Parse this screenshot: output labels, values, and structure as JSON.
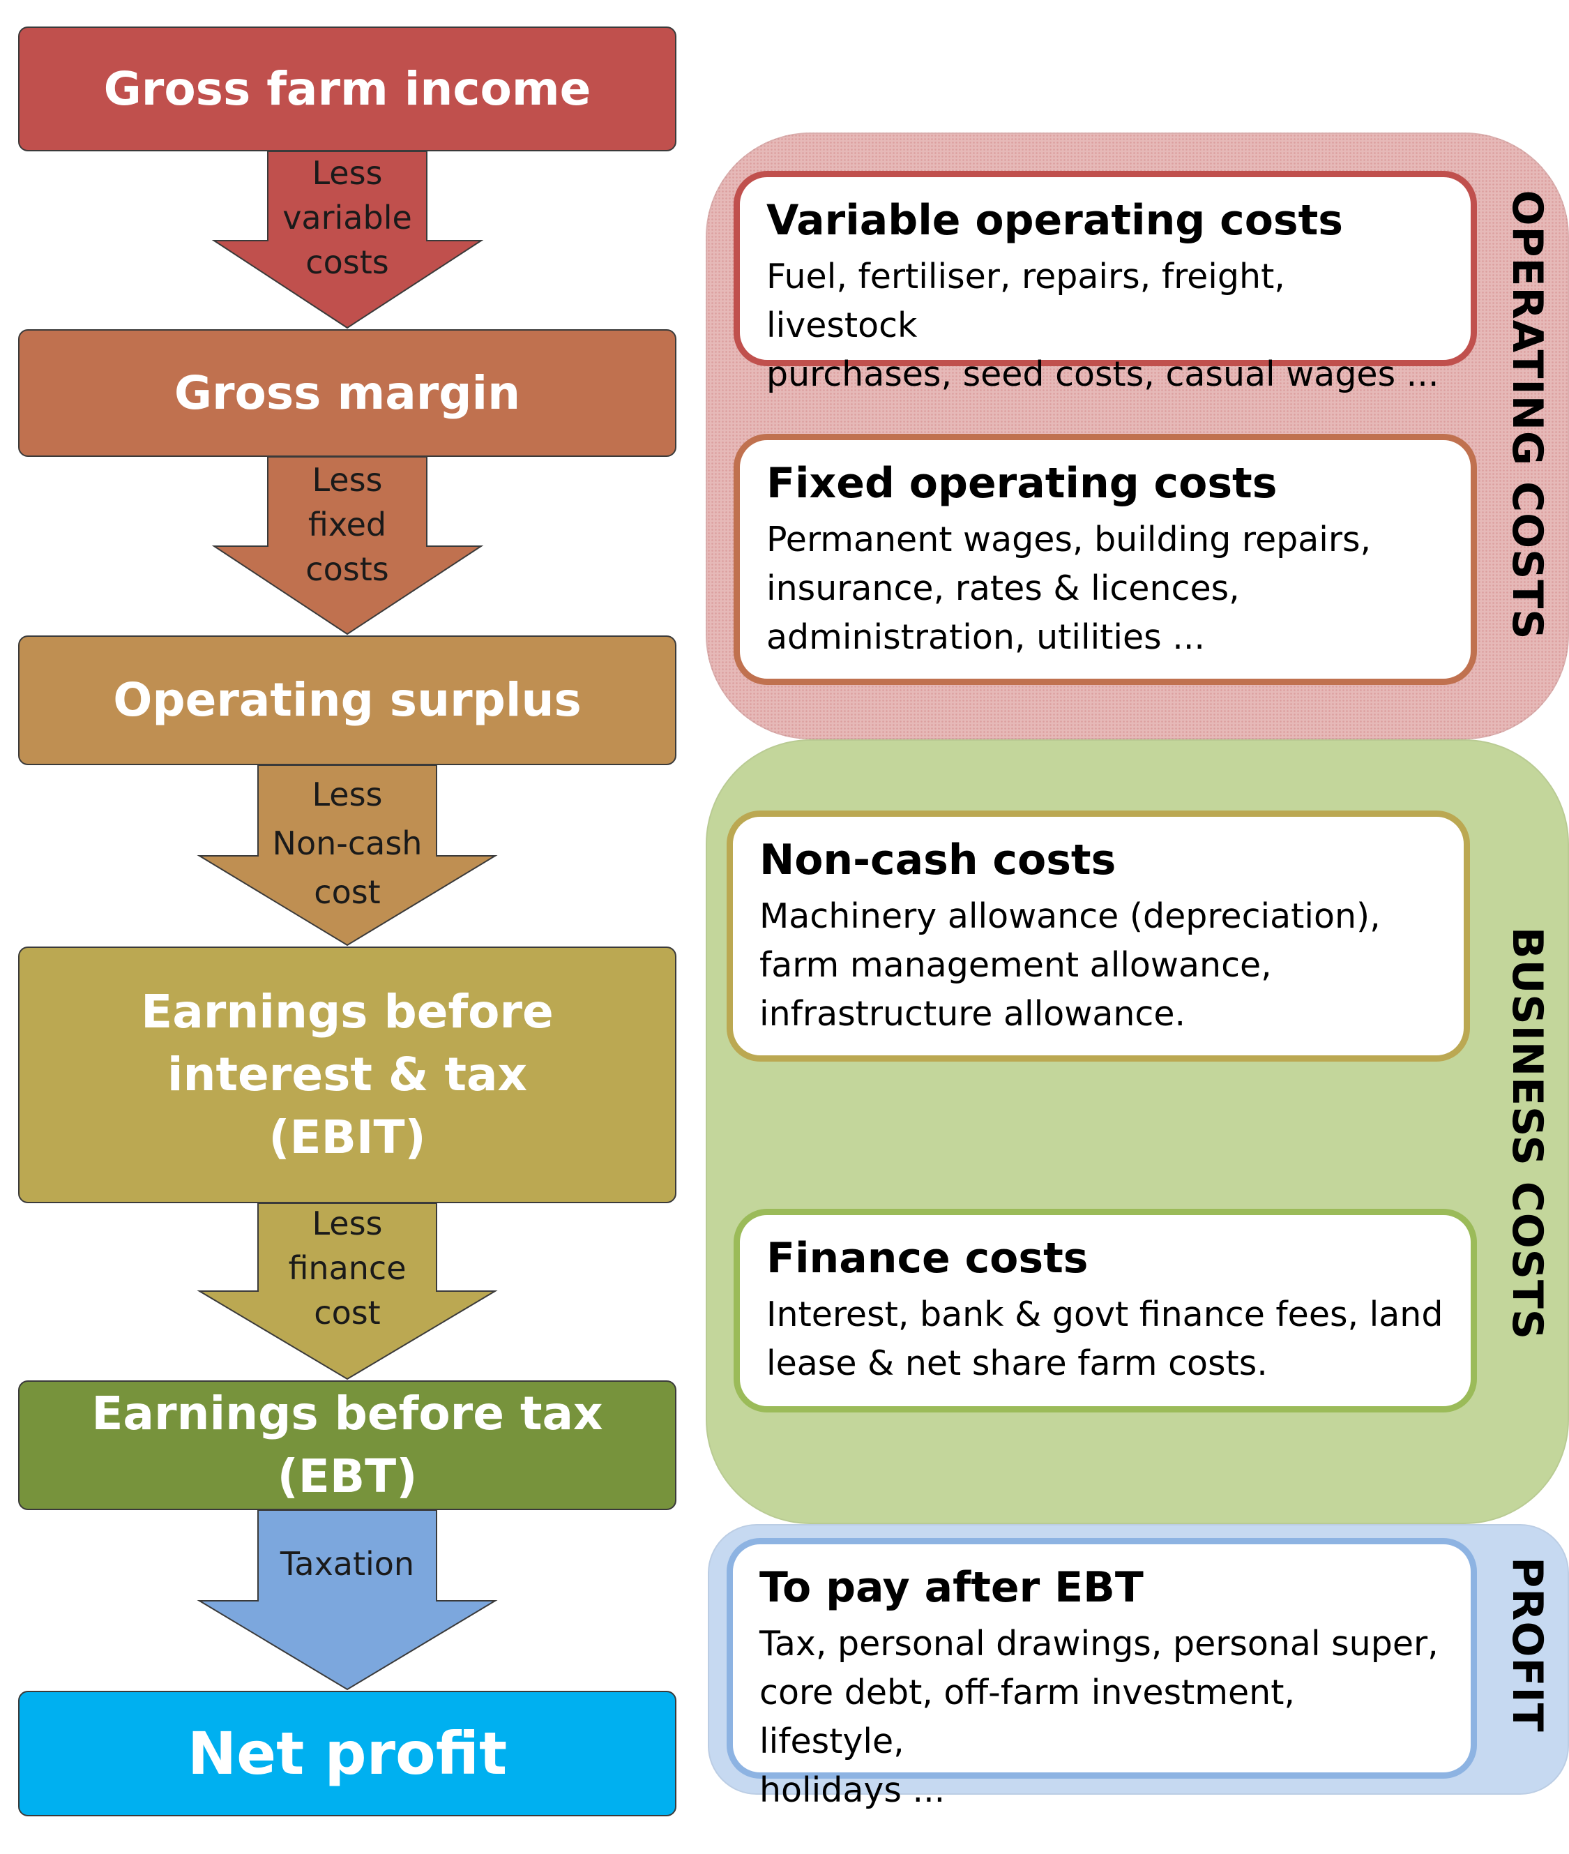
{
  "flow": {
    "gross_farm_income": "Gross farm income",
    "gross_margin": "Gross margin",
    "operating_surplus": "Operating surplus",
    "ebit_line1": "Earnings before",
    "ebit_line2": "interest & tax",
    "ebit_line3": "(EBIT)",
    "ebt": "Earnings before tax (EBT)",
    "net_profit": "Net profit"
  },
  "arrows": {
    "variable": {
      "line1": "Less",
      "line2": "variable",
      "line3": "costs"
    },
    "fixed": {
      "line1": "Less",
      "line2": "fixed",
      "line3": "costs"
    },
    "noncash": {
      "line1": "Less",
      "line2": "Non-cash",
      "line3": "cost"
    },
    "finance": {
      "line1": "Less",
      "line2": "finance",
      "line3": "cost"
    },
    "taxation": {
      "line1": "Taxation"
    }
  },
  "groups": {
    "operating": "OPERATING COSTS",
    "business": "BUSINESS COSTS",
    "profit": "PROFIT"
  },
  "cards": {
    "variable": {
      "title": "Variable operating costs",
      "line1": "Fuel, fertiliser, repairs, freight, livestock",
      "line2": "purchases, seed costs, casual wages  ..."
    },
    "fixed": {
      "title": "Fixed operating costs",
      "line1": "Permanent wages, building repairs,",
      "line2": "insurance, rates & licences,",
      "line3": "administration, utilities ..."
    },
    "noncash": {
      "title": "Non-cash costs",
      "line1": "Machinery allowance (depreciation),",
      "line2": "farm management allowance,",
      "line3": "infrastructure allowance."
    },
    "finance": {
      "title": "Finance costs",
      "line1": "Interest, bank & govt finance fees, land",
      "line2": "lease & net share farm costs."
    },
    "topay": {
      "title": "To pay after EBT",
      "line1": "Tax, personal drawings, personal super,",
      "line2": "core debt, off-farm investment, lifestyle,",
      "line3": "holidays  ..."
    }
  },
  "colors": {
    "income": "#c0504d",
    "margin": "#c0714f",
    "surplus": "#bf8f52",
    "ebit": "#bba852",
    "ebt": "#77933c",
    "profit": "#00b0f0",
    "tax_arrow": "#7ca7dd",
    "operating_panel": "#e6b9b8",
    "business_panel": "#c3d69b",
    "profit_panel": "#c6d9f1"
  }
}
